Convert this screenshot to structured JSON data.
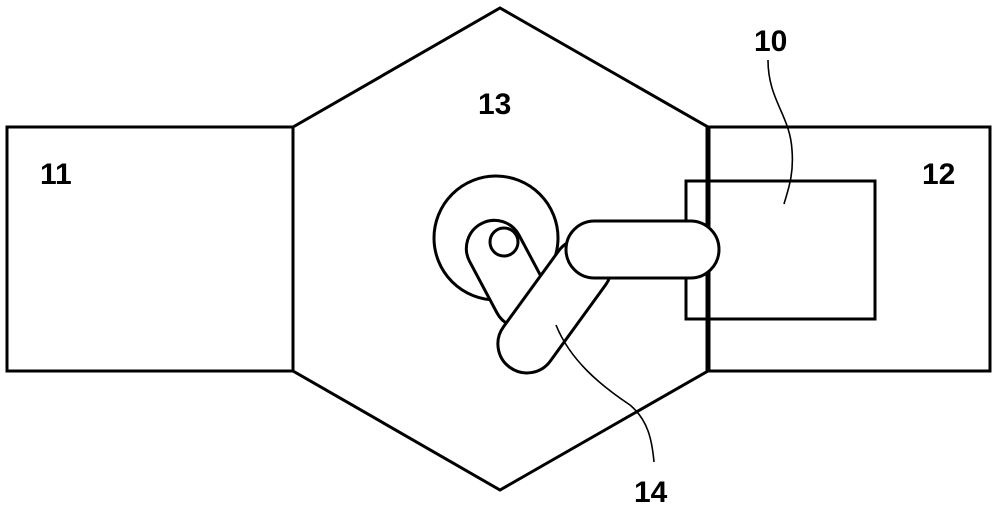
{
  "labels": {
    "part_10": "10",
    "part_11": "11",
    "part_12": "12",
    "part_13": "13",
    "part_14": "14"
  }
}
